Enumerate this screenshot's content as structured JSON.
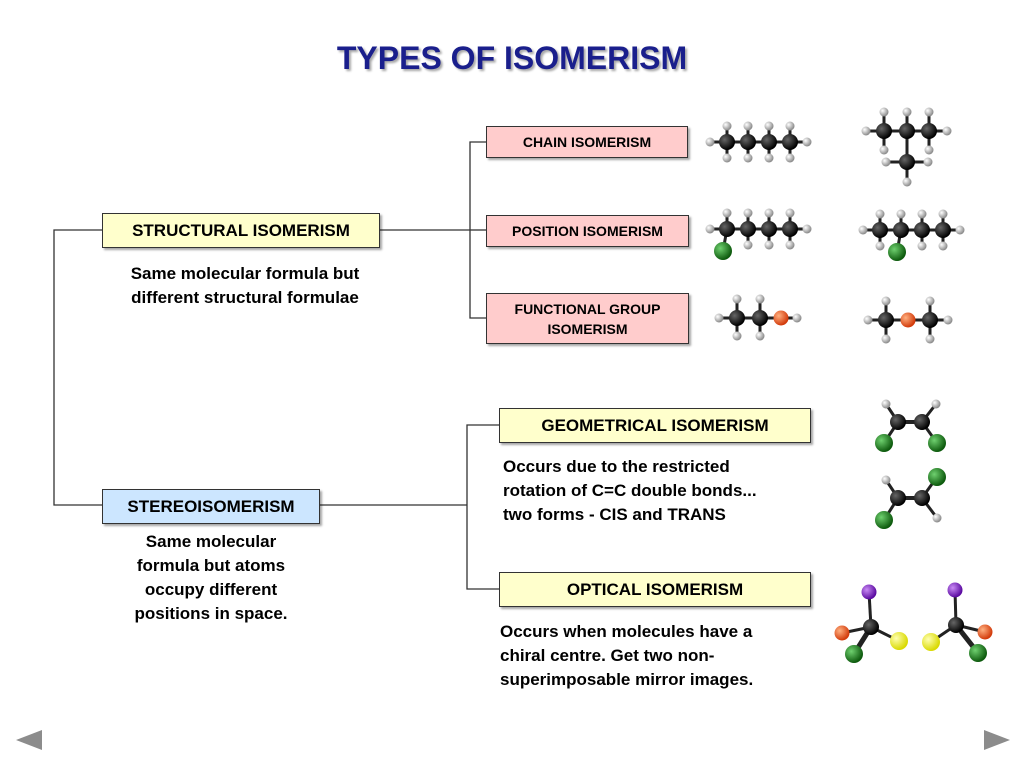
{
  "title": "TYPES OF ISOMERISM",
  "structural": {
    "label": "STRUCTURAL ISOMERISM",
    "desc_line1": "Same molecular formula but",
    "desc_line2": "different structural formulae"
  },
  "stereo": {
    "label": "STEREOISOMERISM",
    "desc_line1": "Same molecular",
    "desc_line2": "formula but atoms",
    "desc_line3": "occupy different",
    "desc_line4": "positions in space."
  },
  "chain": {
    "label": "CHAIN ISOMERISM"
  },
  "position": {
    "label": "POSITION ISOMERISM"
  },
  "functional": {
    "label_line1": "FUNCTIONAL GROUP",
    "label_line2": "ISOMERISM"
  },
  "geometrical": {
    "label": "GEOMETRICAL ISOMERISM",
    "desc_line1": "Occurs due to the restricted",
    "desc_line2": "rotation of C=C double bonds...",
    "desc_line3": "two forms - CIS and TRANS"
  },
  "optical": {
    "label": "OPTICAL ISOMERISM",
    "desc_line1": "Occurs when molecules have a",
    "desc_line2": "chiral centre.  Get two non-",
    "desc_line3": "superimposable mirror images."
  },
  "colors": {
    "title": "#1a1f8c",
    "yellow_box": "#ffffcc",
    "blue_box": "#cce6ff",
    "pink_box": "#ffcccc",
    "carbon": "#000000",
    "hydrogen": "#bbbbbb",
    "chlorine": "#1e7a1e",
    "oxygen": "#e8501a",
    "iodine": "#7a1fc0",
    "yellow_atom": "#f2f21e",
    "nav_arrow": "#8c8c8c"
  },
  "nav": {
    "prev_icon": "triangle-left",
    "next_icon": "triangle-right"
  }
}
